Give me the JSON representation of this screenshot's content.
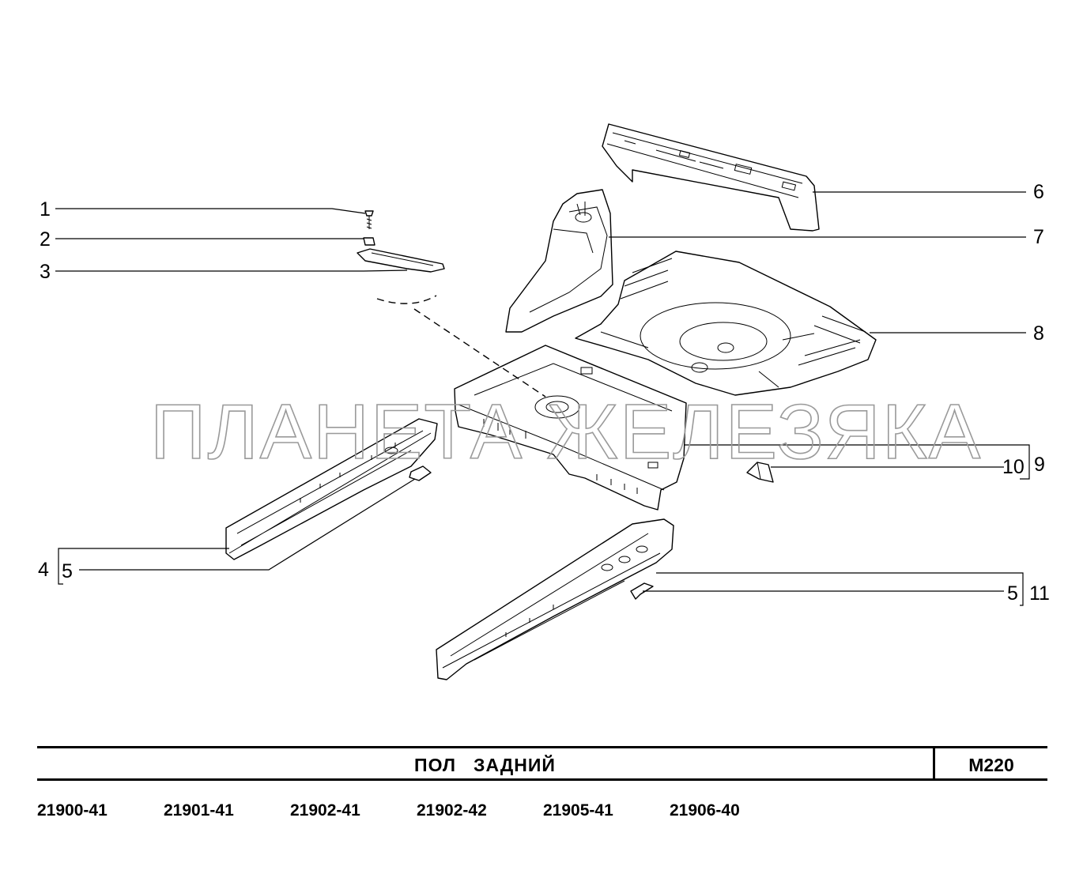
{
  "diagram": {
    "callouts": {
      "c1": "1",
      "c2": "2",
      "c3": "3",
      "c4": "4",
      "c5a": "5",
      "c5b": "5",
      "c6": "6",
      "c7": "7",
      "c8": "8",
      "c9": "9",
      "c10": "10",
      "c11": "11"
    },
    "watermark": "ПЛАНЕТА ЖЕЛЕЗЯКА"
  },
  "title_block": {
    "title_word1": "ПОЛ",
    "title_word2": "ЗАДНИЙ",
    "code": "М220"
  },
  "models": [
    "21900-41",
    "21901-41",
    "21902-41",
    "21902-42",
    "21905-41",
    "21906-40"
  ]
}
